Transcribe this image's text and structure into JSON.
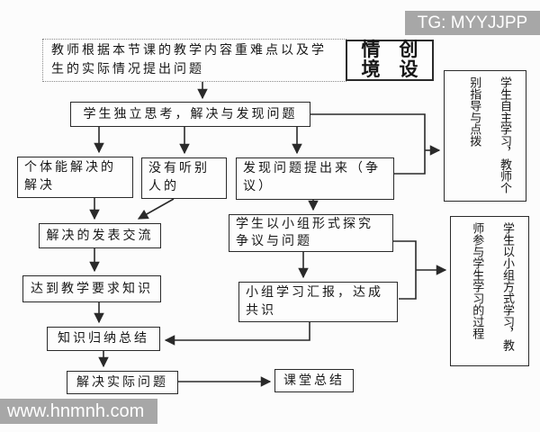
{
  "watermarks": {
    "tg": "TG: MYYJJPP",
    "site": "www.hnmnh.com"
  },
  "colors": {
    "line": "#2a2a2a",
    "box_border": "#2a2a2a",
    "watermark_bg": "#a7a7a7",
    "watermark_text": "#ffffff",
    "background": "#fcfcfc"
  },
  "nodes": {
    "teacher_premise": "教师根据本节课的教学内容重难点以及学生的实际情况提出问题",
    "situation_row1": "情　创",
    "situation_row2": "境　设",
    "independent_think": "学生独立思考，解决与发现问题",
    "individual_solvable": "个体能解决的解决",
    "not_listened": "没有听别人的",
    "problem_raised": "发现问题提出来（争议）",
    "publish_exchange": "解决的发表交流",
    "group_explore": "学生以小组形式探究争议与问题",
    "reach_teaching_goal": "达到教学要求知识",
    "group_report": "小组学习汇报，达成共识",
    "knowledge_summary": "知识归纳总结",
    "solve_real_problem": "解决实际问题",
    "class_summary": "课堂总结",
    "side_note_top": "学生自主学习，教师个别指导与点拨",
    "side_note_bottom": "学生以小组方式学习，教师参与学生学习的过程"
  }
}
